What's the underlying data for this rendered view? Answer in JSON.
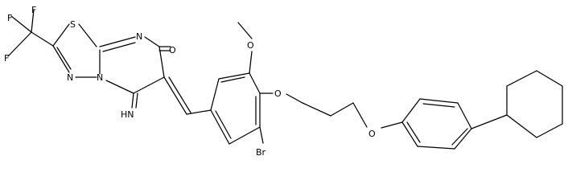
{
  "structure": {
    "atom_labels": {
      "f1": "F",
      "f2": "F",
      "f3": "F",
      "s": "S",
      "n_thiadiazole": "N",
      "n_ring": "N",
      "n_bridge": "N",
      "o_carbonyl": "O",
      "o_methoxy": "O",
      "o_ether1": "O",
      "o_ether2": "O",
      "imine": "HN",
      "br": "Br"
    }
  }
}
